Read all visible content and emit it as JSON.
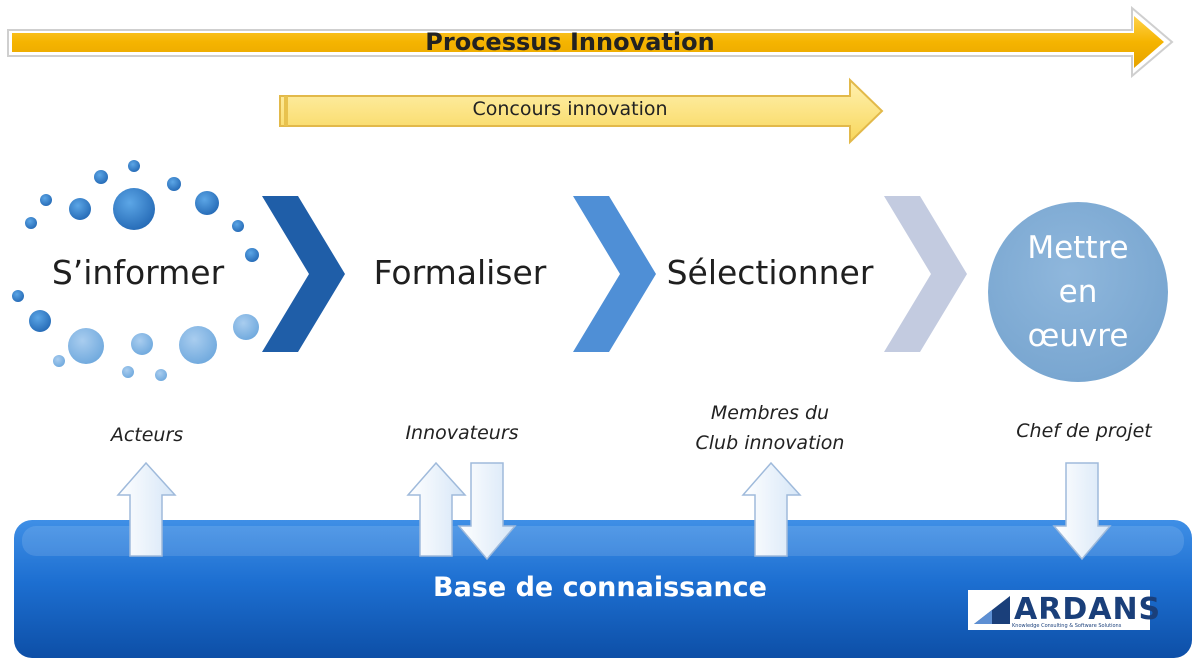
{
  "banners": {
    "process": "Processus Innovation",
    "contest": "Concours innovation"
  },
  "steps": [
    {
      "label": "S’informer"
    },
    {
      "label": "Formaliser"
    },
    {
      "label": "Sélectionner"
    },
    {
      "label": "Mettre\nen\nœuvre"
    }
  ],
  "roles": [
    {
      "label": "Acteurs"
    },
    {
      "label": "Innovateurs"
    },
    {
      "label": "Membres du\nClub innovation"
    },
    {
      "label": "Chef de projet"
    }
  ],
  "knowledge_base": {
    "label": "Base de connaissance"
  },
  "logo": {
    "name": "ARDANS",
    "tagline": "Knowledge Consulting & Software Solutions"
  },
  "colors": {
    "process_arrow": "#f5b400",
    "contest_arrow": "#fbe07a",
    "chevron_1": "#1f5ea8",
    "chevron_2": "#4f8fd6",
    "chevron_3": "#c3cbe0",
    "knowledge_base": "#1d6fd1",
    "circle": "#7aa7d1",
    "dots": "#2f7fc8"
  },
  "icons": [
    "dot-cloud-icon",
    "chevron-right-icon",
    "arrow-up-icon",
    "arrow-down-icon",
    "ardans-logo-icon"
  ]
}
